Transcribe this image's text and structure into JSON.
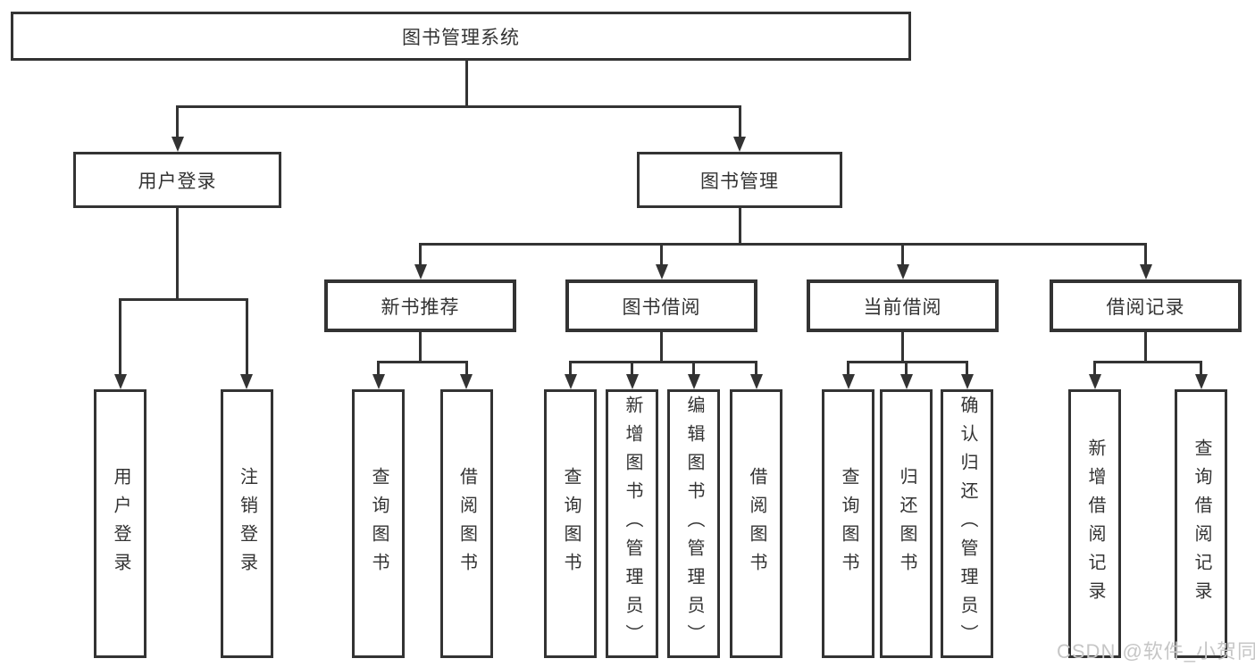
{
  "diagram": {
    "title_node": "图书管理系统",
    "nodes": {
      "root": {
        "label": "图书管理系统"
      },
      "level2": [
        {
          "label": "用户登录"
        },
        {
          "label": "图书管理"
        }
      ],
      "level3": [
        {
          "label": "新书推荐"
        },
        {
          "label": "图书借阅"
        },
        {
          "label": "当前借阅"
        },
        {
          "label": "借阅记录"
        }
      ],
      "leaves": [
        {
          "label": "用户登录"
        },
        {
          "label": "注销登录"
        },
        {
          "label": "查询图书"
        },
        {
          "label": "借阅图书"
        },
        {
          "label": "查询图书"
        },
        {
          "label": "新增图书（管理员）"
        },
        {
          "label": "编辑图书（管理员）"
        },
        {
          "label": "借阅图书"
        },
        {
          "label": "查询图书"
        },
        {
          "label": "归还图书"
        },
        {
          "label": "确认归还（管理员）"
        },
        {
          "label": "新增借阅记录"
        },
        {
          "label": "查询借阅记录"
        }
      ]
    },
    "colors": {
      "line": "#333333",
      "text": "#333333",
      "node_background": "#ffffff",
      "page_background": "#ffffff",
      "watermark": "#c6c6c6"
    }
  },
  "watermark": {
    "text": "CSDN @软件_小贺同学"
  }
}
